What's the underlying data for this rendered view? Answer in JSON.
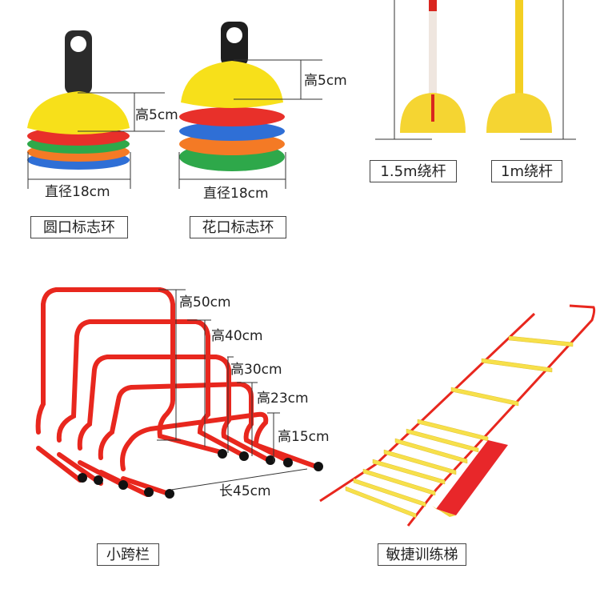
{
  "products": {
    "round_cone": {
      "name": "圆口标志环",
      "height": "高5cm",
      "diameter": "直径18cm",
      "colors": [
        "#f7e01a",
        "#e8302a",
        "#2ea84a",
        "#f47a25",
        "#2f6fd6"
      ]
    },
    "flower_cone": {
      "name": "花口标志环",
      "height": "高5cm",
      "diameter": "直径18cm",
      "colors": [
        "#f7e01a",
        "#e8302a",
        "#2f6fd6",
        "#f47a25",
        "#2ea84a"
      ]
    },
    "pole_15": {
      "name": "1.5m绕杆"
    },
    "pole_10": {
      "name": "1m绕杆"
    },
    "hurdles": {
      "name": "小跨栏",
      "heights": [
        "高50cm",
        "高40cm",
        "高30cm",
        "高23cm",
        "高15cm"
      ],
      "length": "长45cm",
      "color": "#e8271e"
    },
    "ladder": {
      "name": "敏捷训练梯",
      "rail_color": "#e8271e",
      "rung_color": "#f7e04a"
    }
  }
}
